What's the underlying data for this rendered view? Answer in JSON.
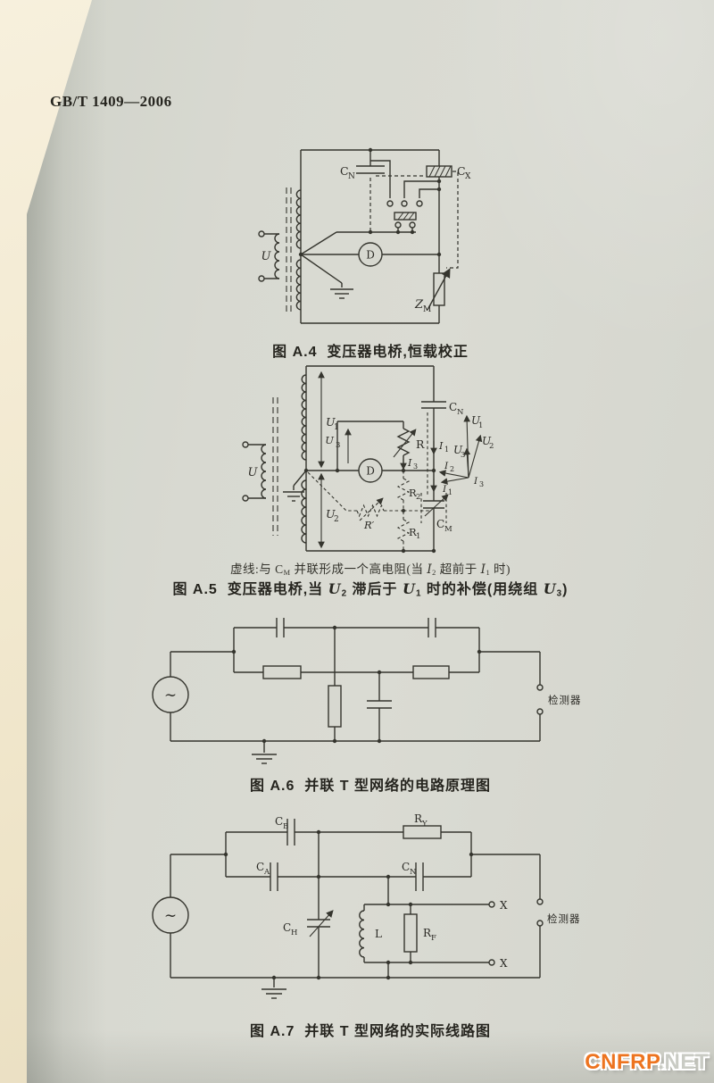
{
  "page": {
    "header": "GB/T 1409—2006",
    "watermark_main": "CNFRP",
    "watermark_tld": ".NET"
  },
  "fig4": {
    "caption": "图 A.4  变压器电桥,恒载校正",
    "labels": {
      "u": "U",
      "cn": "C",
      "cn_sub": "N",
      "cx": "C",
      "cx_sub": "X",
      "d": "D",
      "zm": "Z",
      "zm_sub": "M"
    }
  },
  "fig5": {
    "note": {
      "p1": "虚线:与 ",
      "c": "C",
      "c_sub": "M",
      "p2": " 并联形成一个高电阻(当 ",
      "i2": "I",
      "i2_sub": "2",
      "p3": " 超前于 ",
      "i1": "I",
      "i1_sub": "1",
      "p4": " 时)"
    },
    "caption": {
      "p1": "图 A.5  变压器电桥,当 ",
      "u2": "U",
      "u2_sub": "2",
      "p2": " 滞后于 ",
      "u1": "U",
      "u1_sub": "1",
      "p3": " 时的补偿(用绕组 ",
      "u3": "U",
      "u3_sub": "3",
      "p4": ")"
    },
    "labels": {
      "u": "U",
      "u1": "U",
      "u1_sub": "1",
      "u2": "U",
      "u2_sub": "2",
      "u3": "U",
      "u3_sub": "3",
      "r": "R",
      "r_prime": "R′",
      "r1": "R",
      "r1_sub": "1",
      "r2": "R",
      "r2_sub": "2",
      "i1": "I",
      "i1_sub": "1",
      "i3": "I",
      "i3_sub": "3",
      "cn": "C",
      "cn_sub": "N",
      "cm": "C",
      "cm_sub": "M",
      "d": "D"
    },
    "vector": {
      "u1": "U",
      "u1_sub": "1",
      "u2": "U",
      "u2_sub": "2",
      "u3": "U",
      "u3_sub": "3",
      "i1": "I",
      "i1_sub": "1",
      "i2": "I",
      "i2_sub": "2",
      "i3": "I",
      "i3_sub": "3"
    }
  },
  "fig6": {
    "caption": "图 A.6  并联 T 型网络的电路原理图",
    "detector": "检测器"
  },
  "fig7": {
    "caption": "图 A.7  并联 T 型网络的实际线路图",
    "detector": "检测器",
    "labels": {
      "cb": "C",
      "cb_sub": "B",
      "ry": "R",
      "ry_sub": "Y",
      "ca": "C",
      "ca_sub": "A",
      "cn": "C",
      "cn_sub": "N",
      "ch": "C",
      "ch_sub": "H",
      "l": "L",
      "rf": "R",
      "rf_sub": "F",
      "x_top": "X",
      "x_bottom": "X"
    }
  }
}
